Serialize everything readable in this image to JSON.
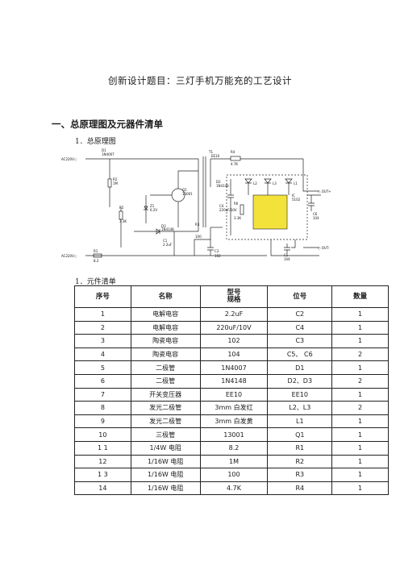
{
  "doc": {
    "title": "创新设计题目：三灯手机万能充的工艺设计",
    "section1": "一、总原理图及元器件清单",
    "sub1": "1．总原理图",
    "sub2": "1．元件清单"
  },
  "schematic": {
    "labels": {
      "ac_top": "AC220V○",
      "ac_bottom": "AC220V○",
      "d1": "D1",
      "d1_part": "1N4007",
      "r2": "R2",
      "r2_val": "1M",
      "t1": "T1",
      "t1_part": "EE10",
      "r4": "R4",
      "r4_val": "4.7K",
      "q1": "Q1",
      "q1_part": "13001",
      "d2": "D2",
      "d2_part": "1N4148",
      "z1": "Z1",
      "z1_val": "6.2V",
      "r5": "R5",
      "r5_val": "3.3K",
      "d3": "D3",
      "d3_part": "1N4148",
      "c1": "C1",
      "c1_val": "2.2uF",
      "r1": "R1",
      "r1_val": "8.2",
      "r3": "R3",
      "r3_val": "100",
      "c3": "C3",
      "c3_val": "102",
      "c4": "C4",
      "c4_val": "220uF/10V",
      "l1": "L1",
      "l2": "L2",
      "l3": "L3",
      "ic": "IC",
      "ic_part": "5102",
      "c6": "C6",
      "c6_val": "104",
      "c5": "C5",
      "c5_val": "104",
      "out_top": "○ OUT+",
      "out_bottom": "○ OUT-",
      "rs": "R6",
      "rs_val": "3.3K"
    }
  },
  "bom": {
    "headers": [
      "序号",
      "名称",
      "型号\n规格",
      "位号",
      "数量"
    ],
    "rows": [
      [
        "1",
        "电解电容",
        "2.2uF",
        "C2",
        "1"
      ],
      [
        "2",
        "电解电容",
        "220uF/10V",
        "C4",
        "1"
      ],
      [
        "3",
        "陶瓷电容",
        "102",
        "C3",
        "1"
      ],
      [
        "4",
        "陶瓷电容",
        "104",
        "C5、 C6",
        "2"
      ],
      [
        "5",
        "二极管",
        "1N4007",
        "D1",
        "1"
      ],
      [
        "6",
        "二极管",
        "1N4148",
        "D2、D3",
        "2"
      ],
      [
        "7",
        "开关变压器",
        "EE10",
        "EE10",
        "1"
      ],
      [
        "8",
        "发光二极管",
        "3mm 白发红",
        "L2、L3",
        "2"
      ],
      [
        "9",
        "发光二极管",
        "3mm 白发黄",
        "L1",
        "1"
      ],
      [
        "10",
        "三极管",
        "13001",
        "Q1",
        "1"
      ],
      [
        "1 1",
        "1/4W 电阻",
        "8.2",
        "R1",
        "1"
      ],
      [
        "12",
        "1/16W 电阻",
        "1M",
        "R2",
        "1"
      ],
      [
        "1 3",
        "1/16W 电阻",
        "100",
        "R3",
        "1"
      ],
      [
        "14",
        "1/16W 电阻",
        "4.7K",
        "R4",
        "1"
      ]
    ]
  }
}
